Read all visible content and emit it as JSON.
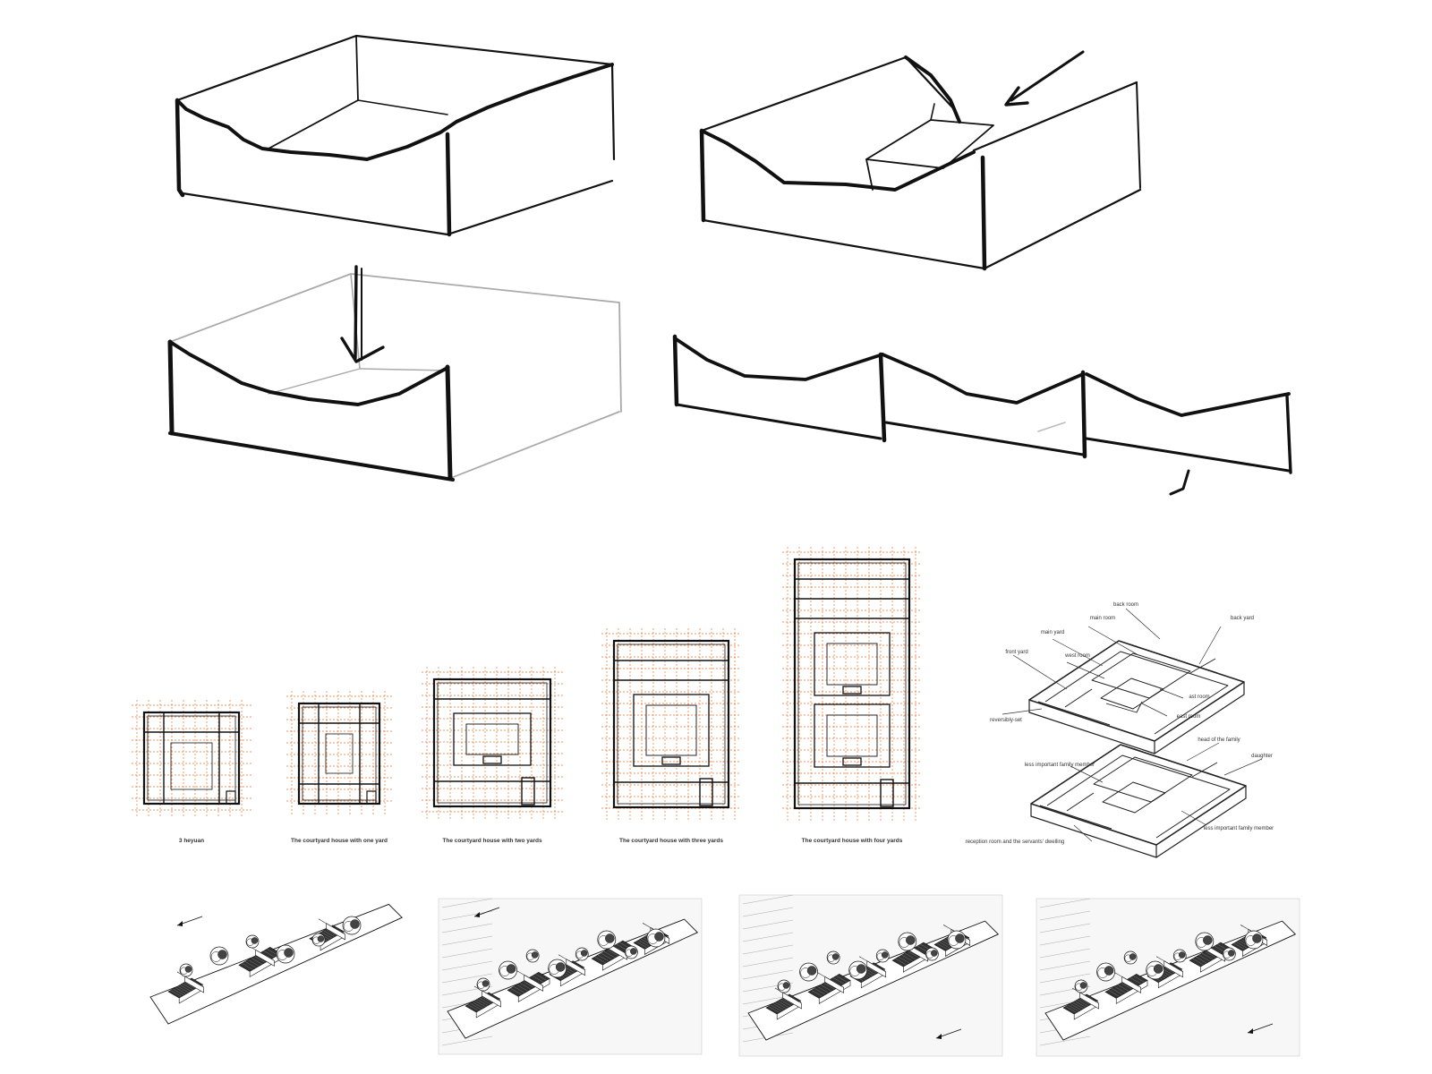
{
  "sketches": [
    {
      "id": "box-sagging-open"
    },
    {
      "id": "box-with-cut-arrow"
    },
    {
      "id": "box-with-down-arrow"
    },
    {
      "id": "three-segment-row"
    }
  ],
  "plans": [
    {
      "caption": "3 heyuan",
      "yards": 0
    },
    {
      "caption": "The courtyard house with one yard",
      "yards": 1
    },
    {
      "caption": "The courtyard house with two yards",
      "yards": 2
    },
    {
      "caption": "The courtyard house with three yards",
      "yards": 3
    },
    {
      "caption": "The courtyard house with four yards",
      "yards": 4
    }
  ],
  "axonometric_upper_labels": {
    "back_room": "back room",
    "main_room": "main room",
    "back_yard": "back yard",
    "main_yard": "main yard",
    "front_yard": "front yard",
    "west_room": "west room",
    "partial_room": "ast room",
    "east_room": "east room",
    "reversibly_set": "reversibly-set"
  },
  "axonometric_lower_labels": {
    "head_of_family": "head of the family",
    "daughter": "daughter",
    "less_important_left": "less important family member",
    "less_important_right": "less important family member",
    "reception": "reception room and the servants' dwelling"
  },
  "renderings": [
    {
      "id": "rendering-1"
    },
    {
      "id": "rendering-2"
    },
    {
      "id": "rendering-3"
    },
    {
      "id": "rendering-4"
    }
  ],
  "colors": {
    "ink": "#111111",
    "pencil": "#999999",
    "grid": "#e8742f",
    "paper": "#ffffff"
  }
}
